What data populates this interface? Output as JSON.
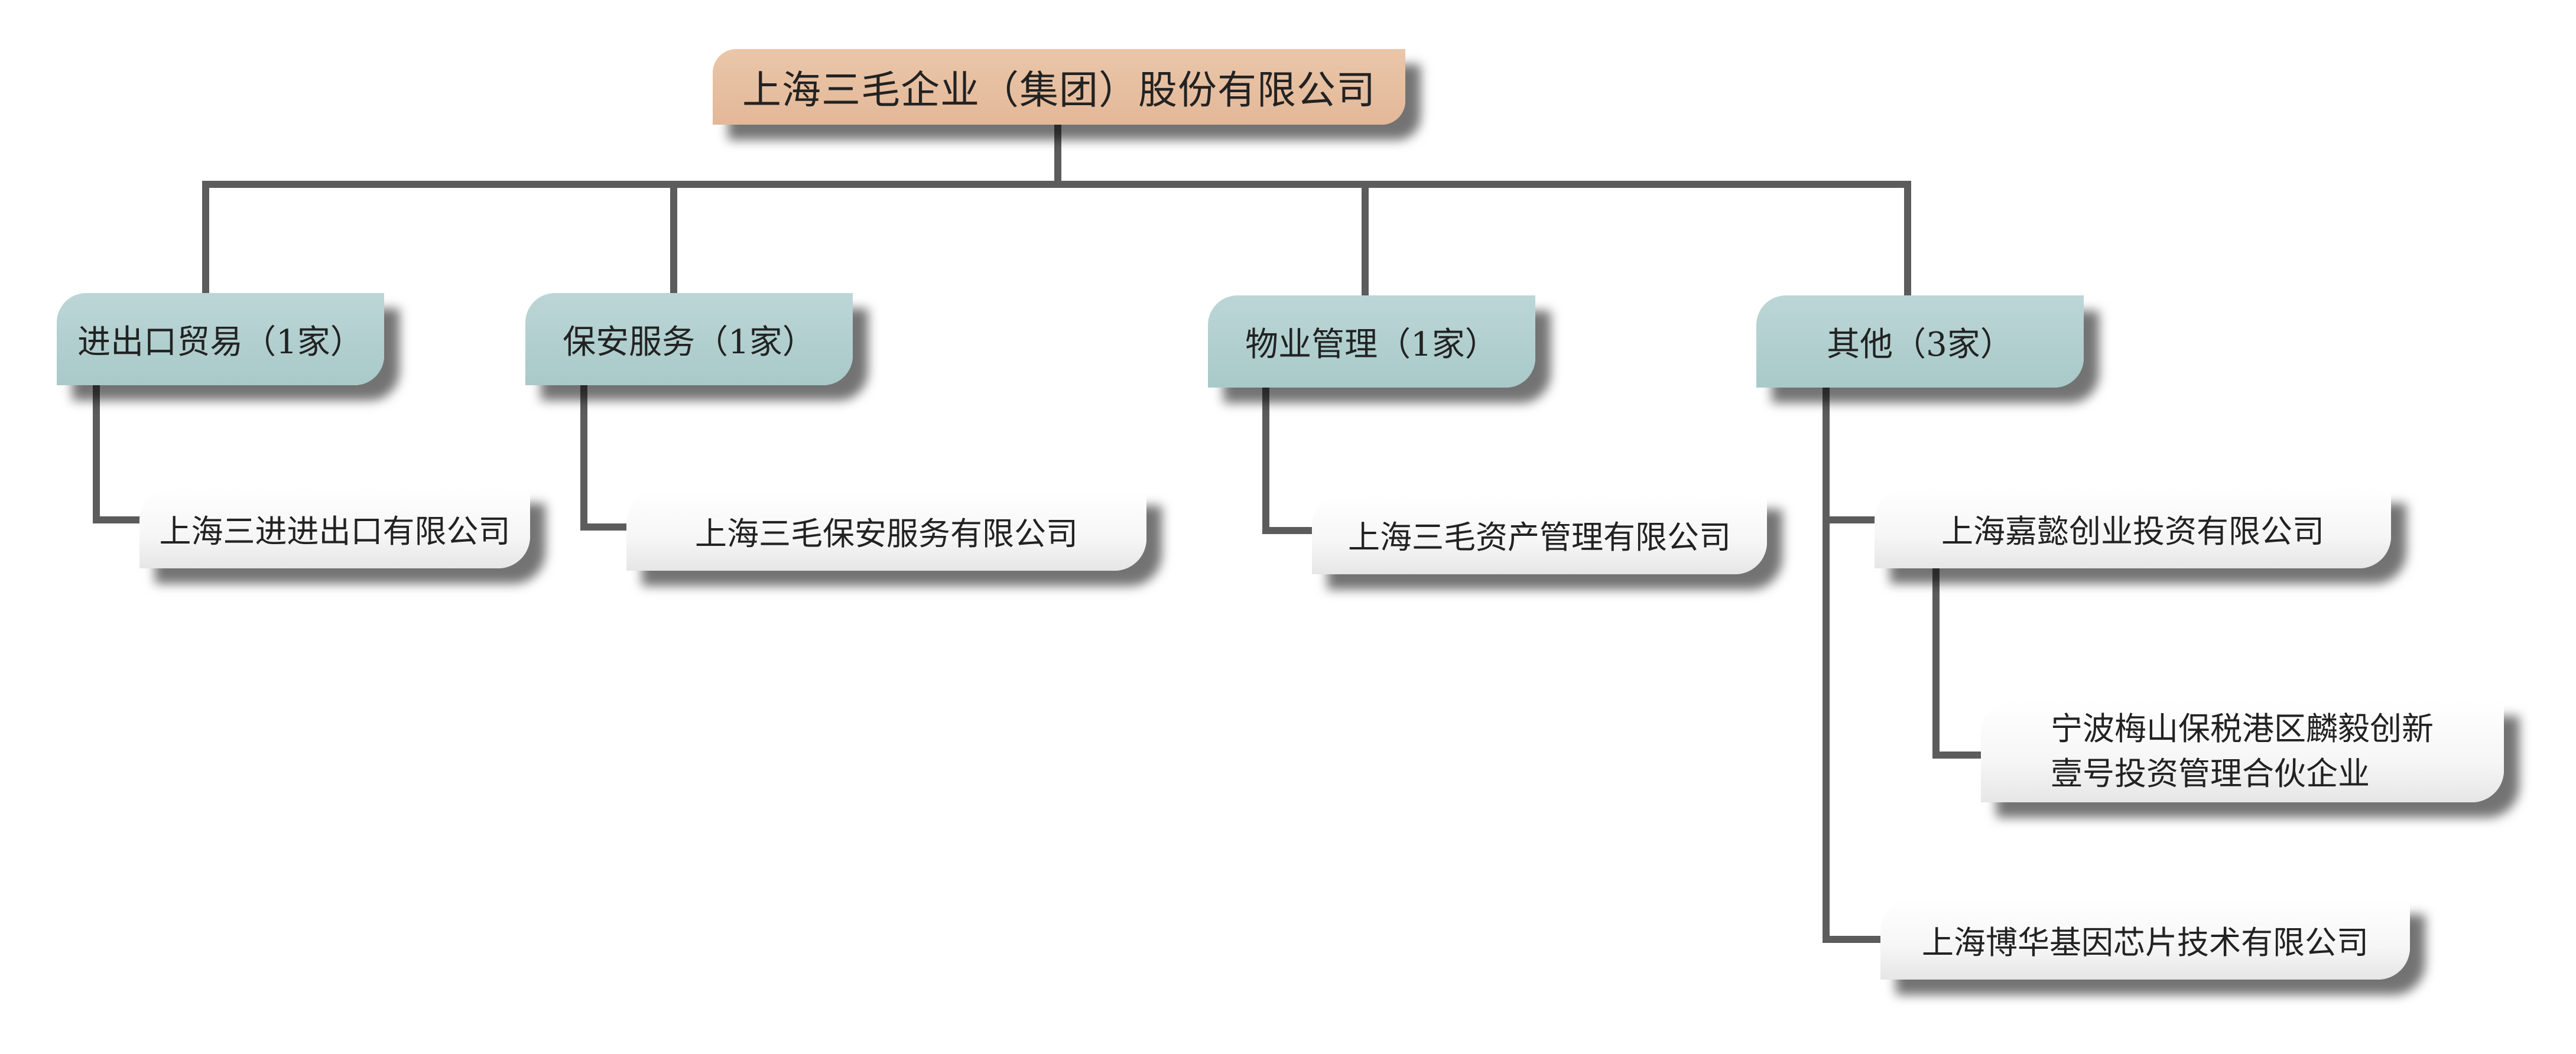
{
  "org_chart": {
    "root": {
      "label": "上海三毛企业（集团）股份有限公司"
    },
    "categories": [
      {
        "label": "进出口贸易（1家）",
        "companies": [
          {
            "label": "上海三进进出口有限公司"
          }
        ]
      },
      {
        "label": "保安服务（1家）",
        "companies": [
          {
            "label": "上海三毛保安服务有限公司"
          }
        ]
      },
      {
        "label": "物业管理（1家）",
        "companies": [
          {
            "label": "上海三毛资产管理有限公司"
          }
        ]
      },
      {
        "label": "其他（3家）",
        "companies": [
          {
            "label": "上海嘉懿创业投资有限公司",
            "subsidiary": {
              "line1": "宁波梅山保税港区麟毅创新",
              "line2": "壹号投资管理合伙企业"
            }
          },
          {
            "label": "上海博华基因芯片技术有限公司"
          }
        ]
      }
    ]
  }
}
